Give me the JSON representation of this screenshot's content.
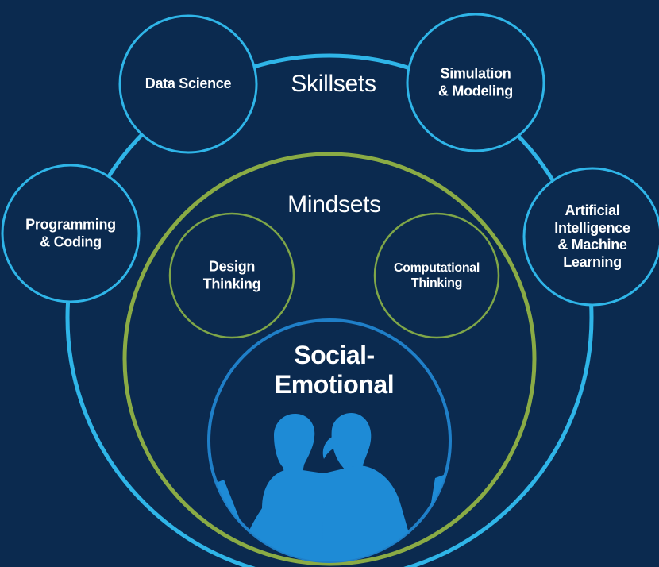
{
  "colors": {
    "background": "#0b2a4f",
    "skillsets_ring": "#2fb5e8",
    "mindsets_ring": "#8aab45",
    "mindset_node_ring": "#7fa648",
    "core_ring": "#1f7fc8",
    "figures": "#1e8bd6",
    "text": "#ffffff"
  },
  "skillsets": {
    "title": "Skillsets",
    "nodes": [
      {
        "label": "Data Science"
      },
      {
        "label": "Simulation\n& Modeling"
      },
      {
        "label": "Programming\n& Coding"
      },
      {
        "label": "Artificial\nIntelligence\n& Machine\nLearning"
      }
    ]
  },
  "mindsets": {
    "title": "Mindsets",
    "nodes": [
      {
        "label": "Design\nThinking"
      },
      {
        "label": "Computational\nThinking"
      }
    ]
  },
  "core": {
    "title": "Social-\nEmotional",
    "image_icon": "two-students-with-laptops-silhouette"
  }
}
